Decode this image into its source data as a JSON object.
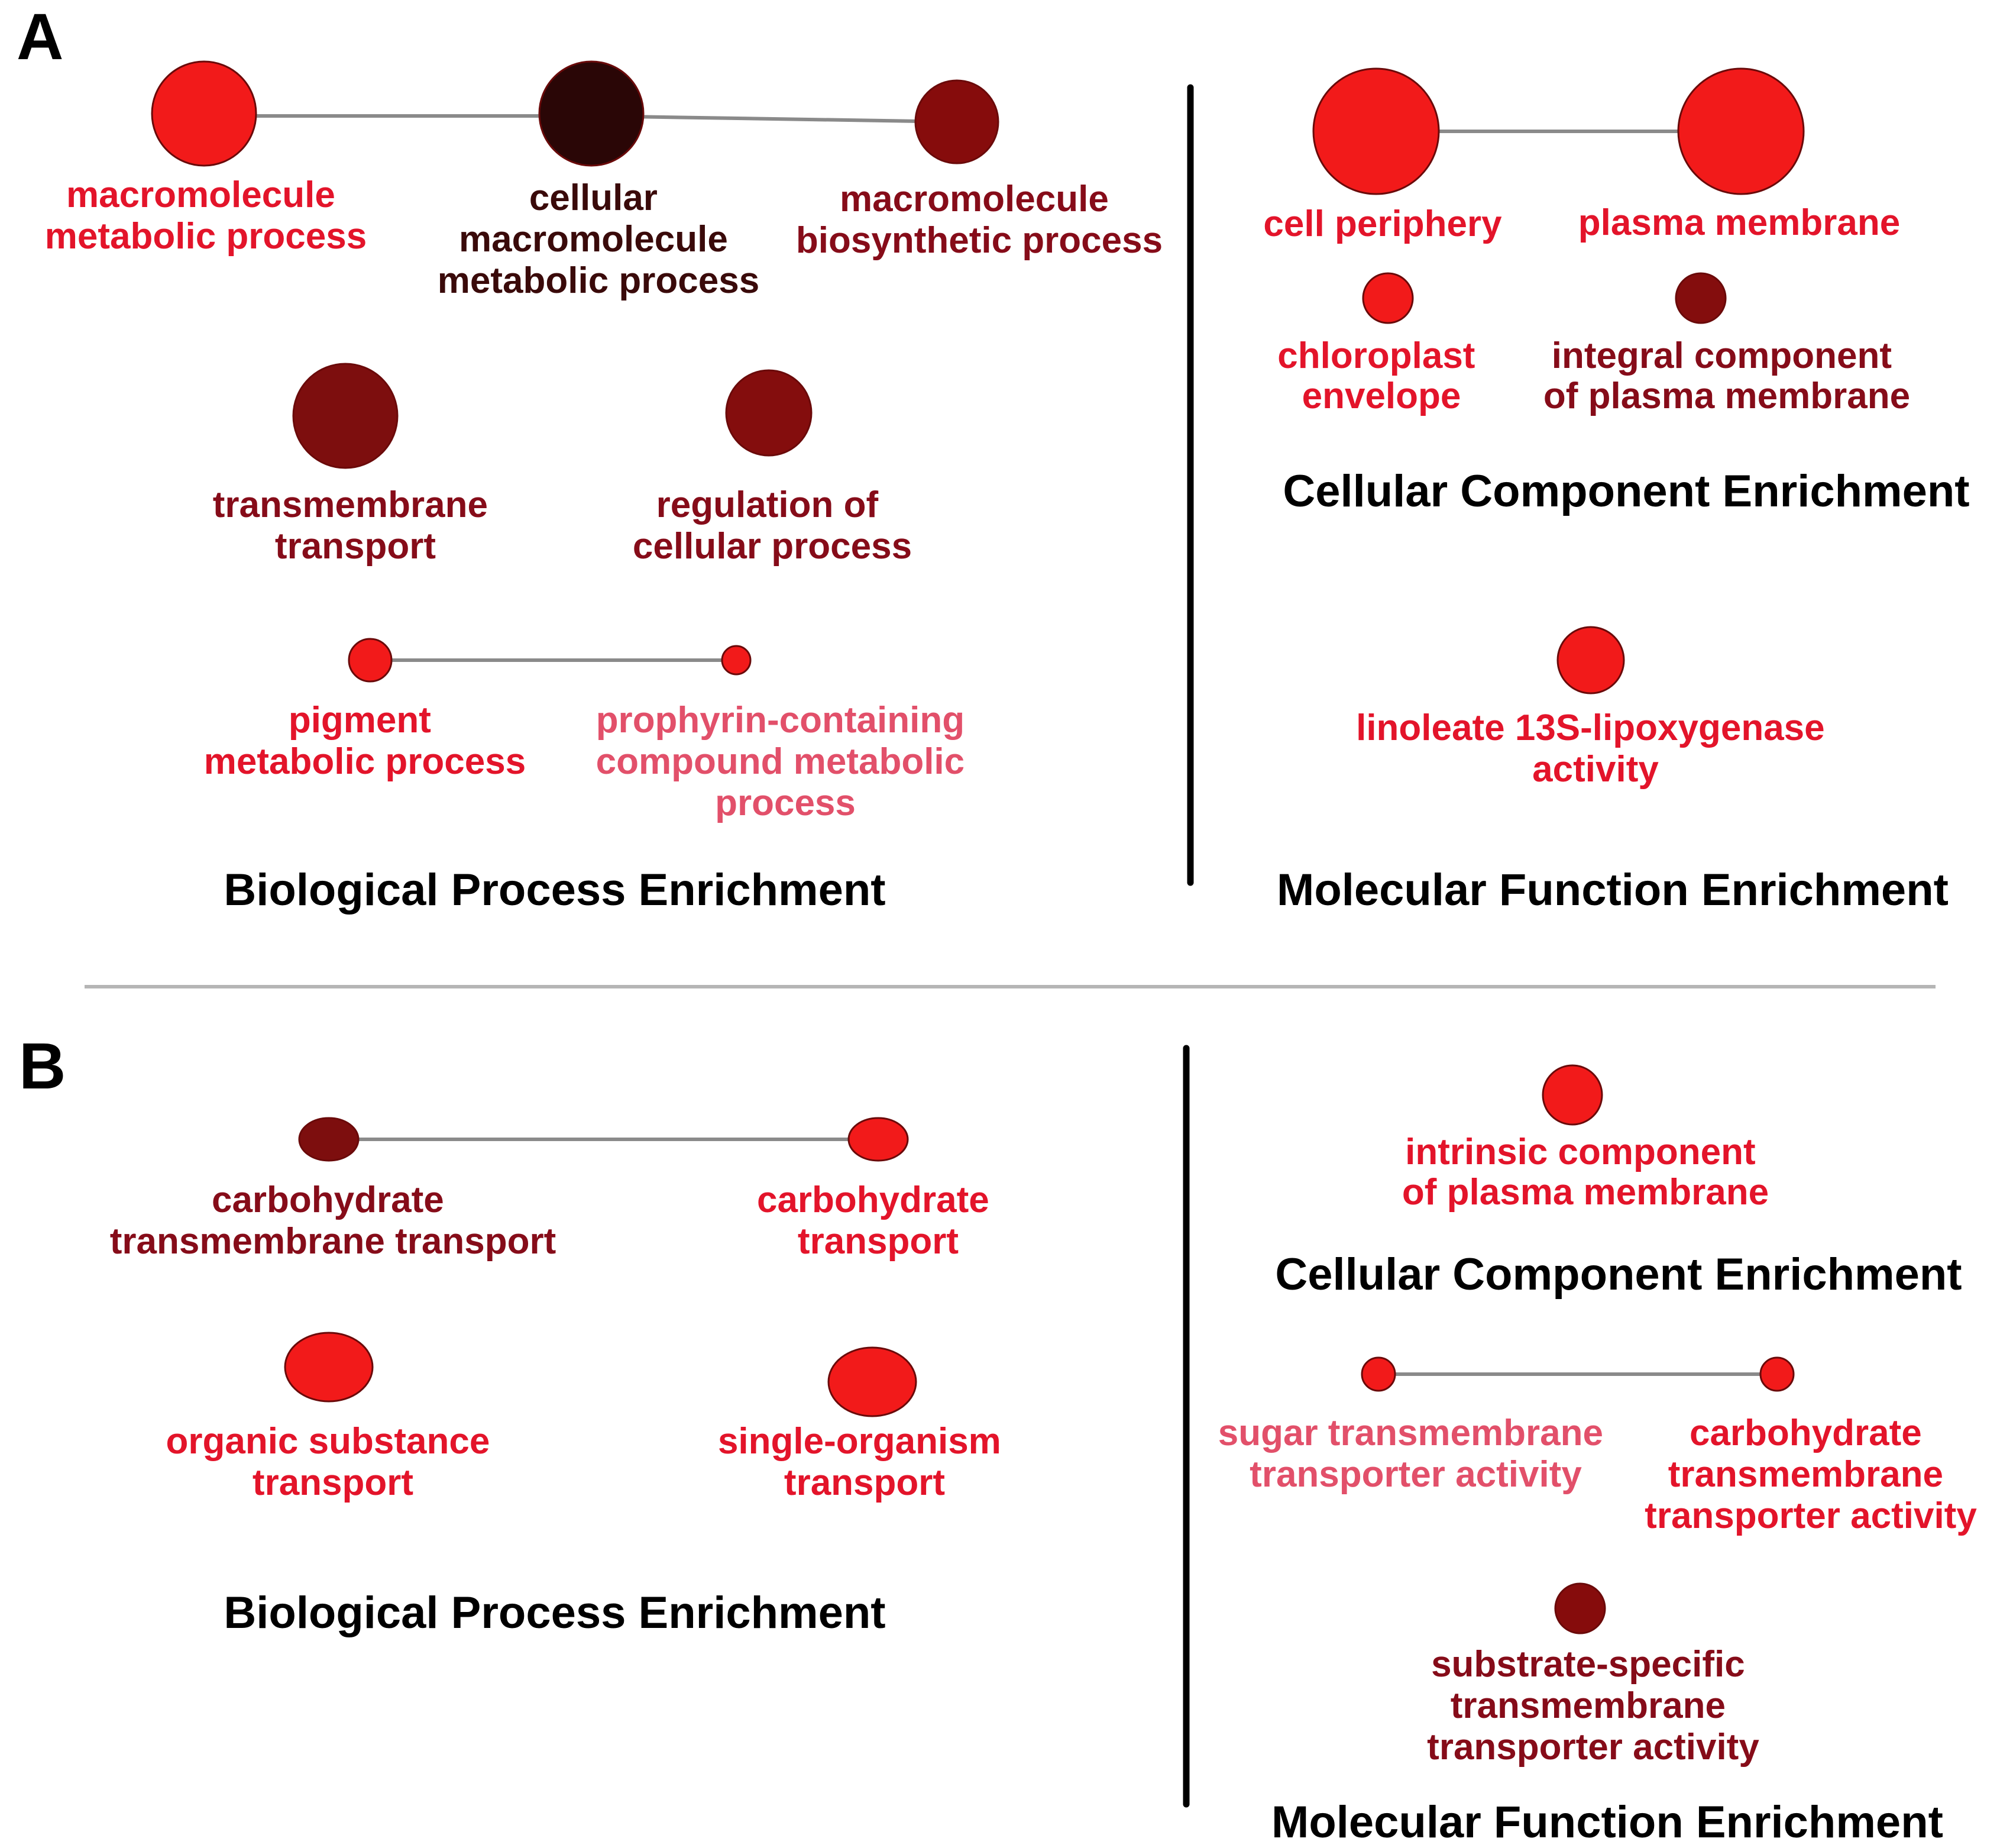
{
  "panels": {
    "A": {
      "label": "A",
      "biological_process": {
        "title": "Biological Process Enrichment",
        "nodes": [
          {
            "lines": [
              "macromolecule",
              "metabolic process"
            ],
            "color": "#f21a1a"
          },
          {
            "lines": [
              "cellular",
              "macromolecule",
              "metabolic process"
            ],
            "color": "#2a0606"
          },
          {
            "lines": [
              "macromolecule",
              "biosynthetic process"
            ],
            "color": "#860c0c"
          },
          {
            "lines": [
              "transmembrane",
              "transport"
            ],
            "color": "#7d0e0e"
          },
          {
            "lines": [
              "regulation of",
              "cellular process"
            ],
            "color": "#840d0d"
          },
          {
            "lines": [
              "pigment",
              "metabolic process"
            ],
            "color": "#f21a1a"
          },
          {
            "lines": [
              "prophyrin-containing",
              "compound metabolic",
              "process"
            ],
            "color": "#f21a1a"
          }
        ]
      },
      "cellular_component": {
        "title": "Cellular Component Enrichment",
        "nodes": [
          {
            "lines": [
              "cell periphery"
            ],
            "color": "#f21a1a"
          },
          {
            "lines": [
              "plasma membrane"
            ],
            "color": "#f21a1a"
          },
          {
            "lines": [
              "chloroplast",
              "envelope"
            ],
            "color": "#f21a1a"
          },
          {
            "lines": [
              "integral component",
              "of plasma membrane"
            ],
            "color": "#840d0d"
          }
        ]
      },
      "molecular_function": {
        "title": "Molecular Function Enrichment",
        "nodes": [
          {
            "lines": [
              "linoleate 13S-lipoxygenase",
              "activity"
            ],
            "color": "#f21a1a"
          }
        ]
      }
    },
    "B": {
      "label": "B",
      "biological_process": {
        "title": "Biological Process Enrichment",
        "nodes": [
          {
            "lines": [
              "carbohydrate",
              "transmembrane transport"
            ],
            "color": "#7d0e0e"
          },
          {
            "lines": [
              "carbohydrate",
              "transport"
            ],
            "color": "#f21a1a"
          },
          {
            "lines": [
              "organic substance",
              "transport"
            ],
            "color": "#f21a1a"
          },
          {
            "lines": [
              "single-organism",
              "transport"
            ],
            "color": "#f21a1a"
          }
        ]
      },
      "cellular_component": {
        "title": "Cellular Component Enrichment",
        "nodes": [
          {
            "lines": [
              "intrinsic component",
              "of plasma membrane"
            ],
            "color": "#f21a1a"
          }
        ]
      },
      "molecular_function": {
        "title": "Molecular Function Enrichment",
        "nodes": [
          {
            "lines": [
              "sugar transmembrane",
              "transporter activity"
            ],
            "color": "#f21a1a"
          },
          {
            "lines": [
              "carbohydrate",
              "transmembrane",
              "transporter activity"
            ],
            "color": "#f21a1a"
          },
          {
            "lines": [
              "substrate-specific",
              "transmembrane",
              "transporter activity"
            ],
            "color": "#860c0c"
          }
        ]
      }
    }
  },
  "label_colors": {
    "bright": "#e3142a",
    "dark": "#860c19",
    "darkest": "#3a0a0a",
    "light": "#e2506a"
  }
}
